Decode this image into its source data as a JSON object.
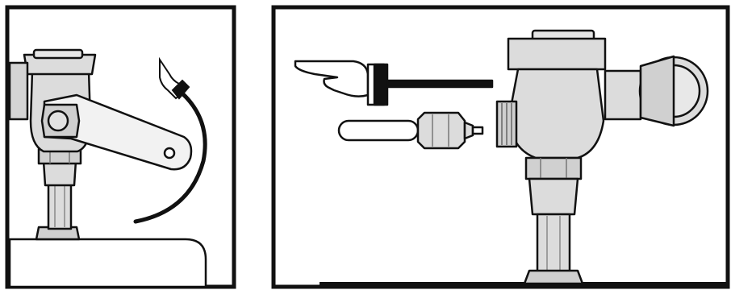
{
  "figure": {
    "panels": [
      {
        "id": "left",
        "content": "handle-removal-step"
      },
      {
        "id": "right",
        "content": "handle-insertion-step"
      }
    ],
    "colors": {
      "ink": "#111111",
      "metal": "#dcdcdc",
      "background": "#ffffff",
      "shadow": "#a8a8a8"
    },
    "icons": [
      "pointing-hand-icon",
      "curved-arrow-icon",
      "handle-assembly-icon",
      "flush-valve-icon"
    ]
  }
}
